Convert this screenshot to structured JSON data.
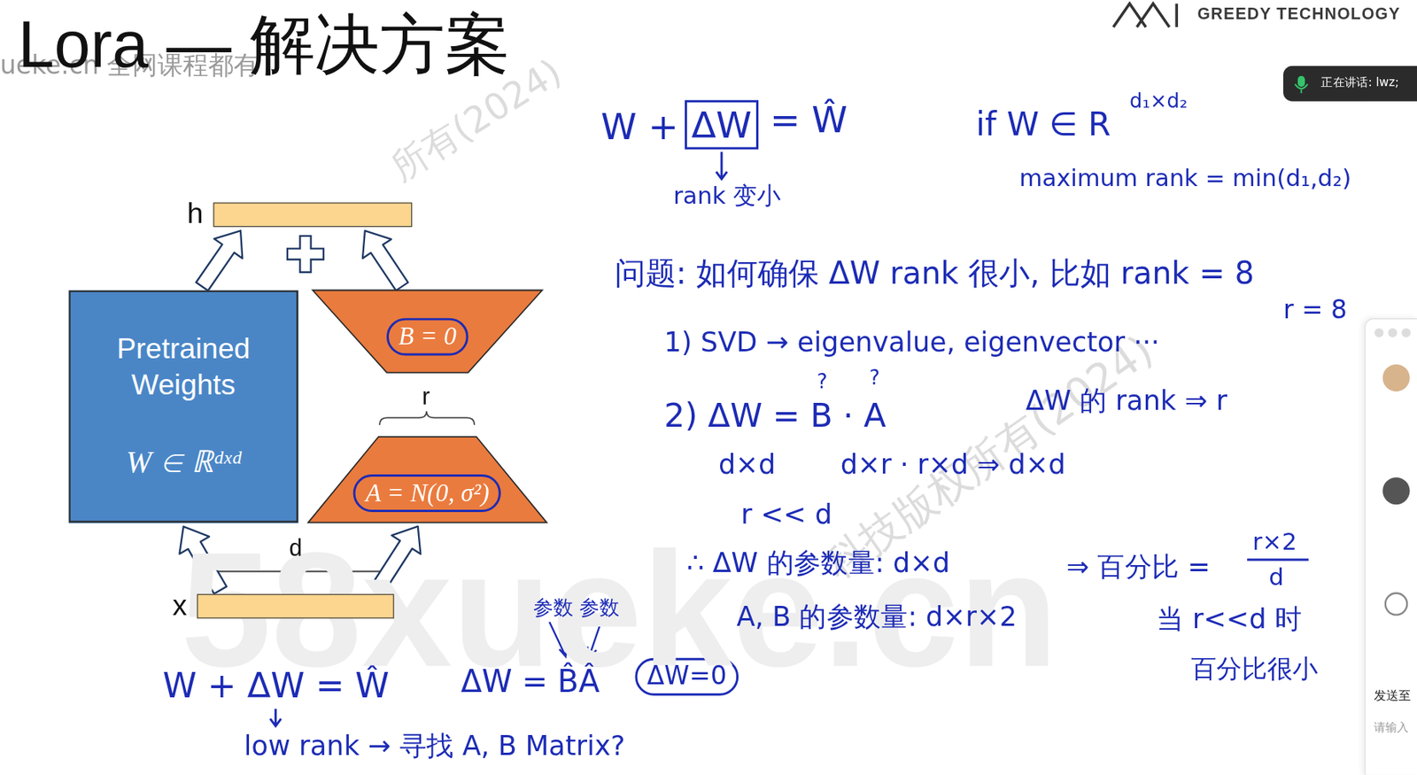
{
  "diagram": {
    "title": "Lora — 解决方案",
    "nodes": [
      {
        "text": [
          "h"
        ]
      },
      {
        "text": [
          "Pretrained Weights",
          "W ∈ ℝᵈˣᵈ"
        ]
      },
      {
        "text": [
          "B = 0"
        ]
      },
      {
        "text": [
          "A = N(0, σ²)"
        ]
      },
      {
        "text": [
          "x"
        ]
      }
    ],
    "edges": [
      {
        "from": 4,
        "to": 1,
        "arrow": "to"
      },
      {
        "from": 4,
        "to": 3,
        "arrow": "to"
      },
      {
        "from": 1,
        "to": 0,
        "arrow": "to"
      },
      {
        "from": 2,
        "to": 0,
        "arrow": "to"
      }
    ],
    "labels": [
      "ueke.cn 全网课程都有",
      "所有(2024)",
      "科技版权所有(2024)",
      "58xueke.cn",
      "GREEDY TECHNOLOGY",
      "正在讲话: lwz;",
      "发送至",
      "请输入",
      "r",
      "d",
      "W +",
      "ΔW",
      "= Ŵ",
      "rank 变小",
      "if W ∈ R",
      "d₁×d₂",
      "maximum rank = min(d₁,d₂)",
      "问题: 如何确保 ΔW rank 很小, 比如 rank = 8",
      "r = 8",
      "1) SVD → eigenvalue, eigenvector ···",
      "?",
      "?",
      "2) ΔW = B · A",
      "ΔW 的 rank ⇒ r",
      "d×d",
      "d×r · r×d ⇒ d×d",
      "r << d",
      "∴ ΔW 的参数量: d×d",
      "⇒ 百分比 =",
      "r×2",
      "d",
      "A, B 的参数量: d×r×2",
      "当 r<<d 时",
      "百分比很小",
      "参数 参数",
      "W + ΔW = Ŵ",
      "ΔW = B̂Â",
      "ΔW=0",
      "low rank → 寻找 A, B Matrix?"
    ]
  }
}
